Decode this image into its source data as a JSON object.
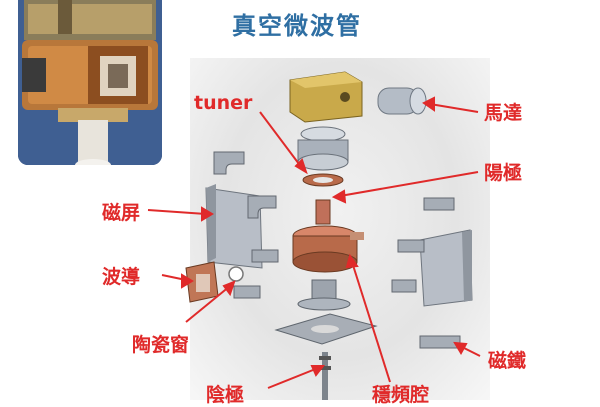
{
  "title": "真空微波管",
  "labels": {
    "tuner": "tuner",
    "motor": "馬達",
    "anode": "陽極",
    "magnetic_shield": "磁屏",
    "waveguide": "波導",
    "ceramic_window": "陶瓷窗",
    "magnet": "磁鐵",
    "cathode": "陰極",
    "regulator_cavity": "穩頻腔"
  },
  "colors": {
    "title": "#2f6fa3",
    "label": "#e02a2a",
    "copper": "#b86a4a",
    "brass": "#c9a94a",
    "steel": "#9aa4b0"
  }
}
